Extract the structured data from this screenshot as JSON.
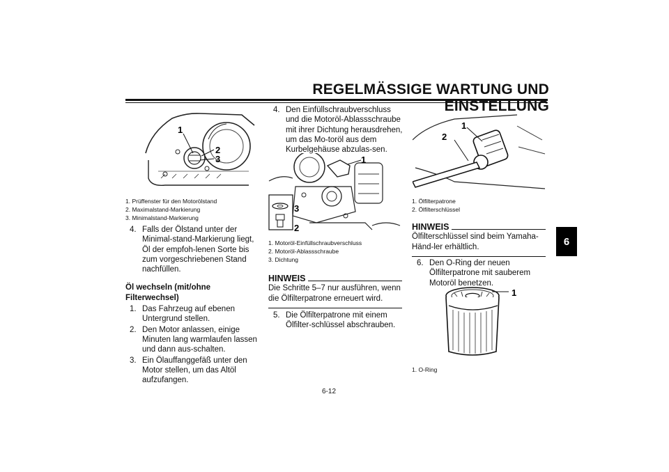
{
  "header": {
    "title": "REGELMÄSSIGE WARTUNG UND EINSTELLUNG"
  },
  "chapter_tab": "6",
  "page_number": "6-12",
  "left_column": {
    "figure_callouts": [
      "1",
      "2",
      "3"
    ],
    "captions": [
      "1.  Prüffenster für den Motorölstand",
      "2.  Maximalstand-Markierung",
      "3.  Minimalstand-Markierung"
    ],
    "step4": {
      "num": "4.",
      "text": "Falls der Ölstand unter der Minimal-stand-Markierung liegt, Öl der empfoh-lenen Sorte bis zum vorgeschriebenen Stand nachfüllen."
    },
    "section_heading": "Öl wechseln (mit/ohne Filterwechsel)",
    "steps": [
      {
        "num": "1.",
        "text": "Das Fahrzeug auf ebenen Untergrund stellen."
      },
      {
        "num": "2.",
        "text": "Den Motor anlassen, einige Minuten lang warmlaufen lassen und dann aus-schalten."
      },
      {
        "num": "3.",
        "text": "Ein Ölauffanggefäß unter den Motor stellen, um das Altöl aufzufangen."
      }
    ]
  },
  "middle_column": {
    "step4": {
      "num": "4.",
      "text": "Den Einfüllschraubverschluss und die Motoröl-Ablassschraube mit ihrer Dichtung herausdrehen, um das Mo-toröl aus dem Kurbelgehäuse abzulas-sen."
    },
    "figure_callouts": [
      "1",
      "3",
      "2"
    ],
    "captions": [
      "1.  Motoröl-Einfüllschraubverschluss",
      "2.  Motoröl-Ablassschraube",
      "3.  Dichtung"
    ],
    "hinweis": {
      "label": "HINWEIS",
      "text": "Die Schritte 5–7 nur ausführen, wenn die Ölfilterpatrone erneuert wird."
    },
    "step5": {
      "num": "5.",
      "text": "Die Ölfilterpatrone mit einem Ölfilter-schlüssel abschrauben."
    }
  },
  "right_column": {
    "figure_callouts": [
      "1",
      "2"
    ],
    "captions": [
      "1.  Ölfilterpatrone",
      "2.  Ölfilterschlüssel"
    ],
    "hinweis": {
      "label": "HINWEIS",
      "text": "Ölfilterschlüssel sind beim Yamaha-Händ-ler erhältlich."
    },
    "step6": {
      "num": "6.",
      "text": "Den O-Ring der neuen Ölfilterpatrone mit sauberem Motoröl benetzen."
    },
    "figure2_callouts": [
      "1"
    ],
    "captions2": [
      "1.  O-Ring"
    ]
  }
}
